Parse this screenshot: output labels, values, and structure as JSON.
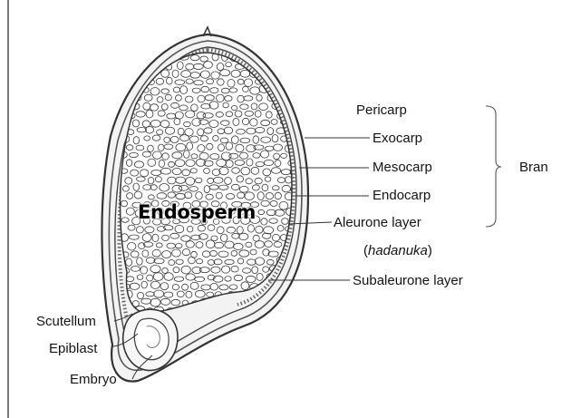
{
  "diagram": {
    "center_label": "Endosperm",
    "right_labels": {
      "pericarp": "Pericarp",
      "exocarp": "Exocarp",
      "mesocarp": "Mesocarp",
      "endocarp": "Endocarp",
      "aleurone_layer": "Aleurone layer",
      "aleurone_local_open": "(",
      "aleurone_local_name": "hadanuka",
      "aleurone_local_close": ")",
      "subaleurone_layer": "Subaleurone layer"
    },
    "bracket_label": "Bran",
    "left_labels": {
      "scutellum": "Scutellum",
      "epiblast": "Epiblast",
      "embryo": "Embryo"
    }
  }
}
